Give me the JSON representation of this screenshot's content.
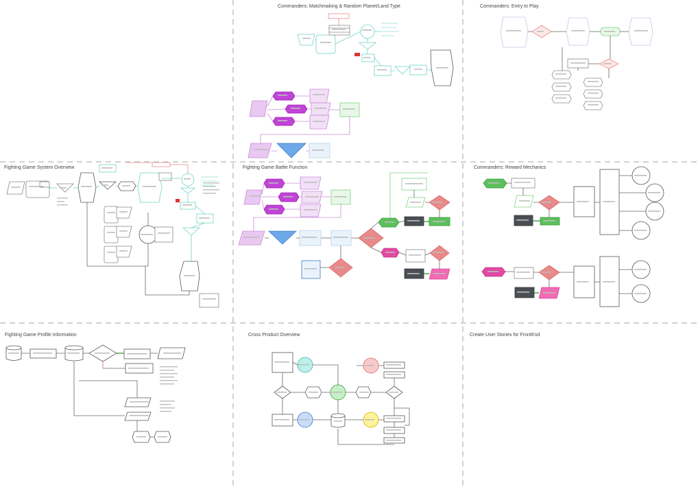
{
  "boards": [
    {
      "id": "fighting-system-overview",
      "title": "Fighting Game System Overview"
    },
    {
      "id": "matchmaking",
      "title": "Commanders: Matchmaking & Random Planet/Land Type"
    },
    {
      "id": "entry-to-play",
      "title": "Commanders: Entry to Play"
    },
    {
      "id": "battle-function",
      "title": "Fighting Game Battle Function"
    },
    {
      "id": "reward-mechanics",
      "title": "Commanders: Reward Mechanics"
    },
    {
      "id": "profile-information",
      "title": "Fighting Game Profile Information"
    },
    {
      "id": "cross-product",
      "title": "Cross Product Overview"
    },
    {
      "id": "user-stories",
      "title": "Create User Stories for FrontEnd"
    }
  ],
  "colors": {
    "background": "#ffffff",
    "divider": "#d0d0d0",
    "teal": "#6fd3c4",
    "red": "#e88a8a",
    "purple": "#c044d6",
    "lavender": "#e9c8f1",
    "green": "#7fd07f",
    "blue": "#6fa8e8",
    "pink": "#f06bb4",
    "dark": "#4a4f55",
    "grey": "#888888"
  }
}
